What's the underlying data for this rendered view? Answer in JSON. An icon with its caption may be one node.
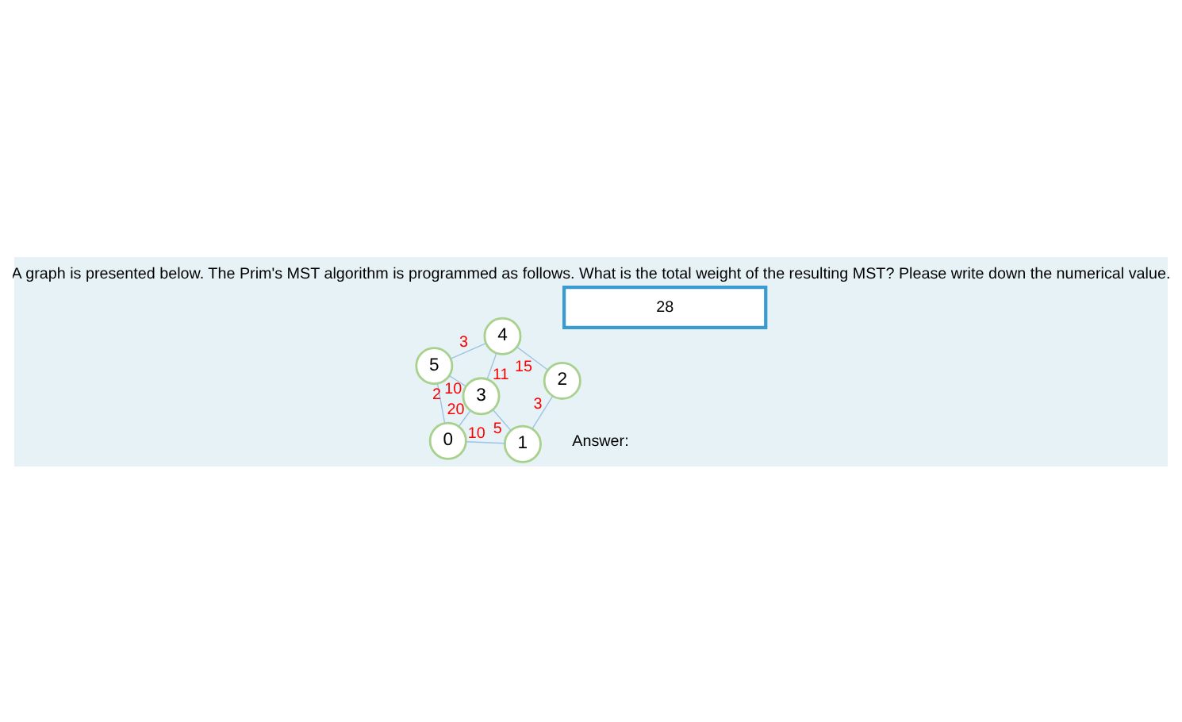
{
  "diagram": {
    "title": "A graph is presented below. The Prim's MST algorithm is programmed as follows. What is the total weight of the resulting MST? Please write down the numerical value.",
    "nodes": [
      {
        "text": [
          "0"
        ]
      },
      {
        "text": [
          "1"
        ]
      },
      {
        "text": [
          "3"
        ]
      },
      {
        "text": [
          "5"
        ]
      },
      {
        "text": [
          "2"
        ]
      },
      {
        "text": [
          "4"
        ]
      }
    ],
    "edges": [
      {
        "from": 0,
        "to": 1,
        "arrow": "none",
        "label": "10"
      },
      {
        "from": 1,
        "to": 2,
        "arrow": "none",
        "label": "5"
      },
      {
        "from": 0,
        "to": 2,
        "arrow": "none",
        "label": "20"
      },
      {
        "from": 0,
        "to": 3,
        "arrow": "none",
        "label": "2"
      },
      {
        "from": 1,
        "to": 4,
        "arrow": "none",
        "label": "3"
      },
      {
        "from": 2,
        "to": 3,
        "arrow": "none",
        "label": "10"
      },
      {
        "from": 2,
        "to": 5,
        "arrow": "none",
        "label": "11"
      },
      {
        "from": 3,
        "to": 5,
        "arrow": "none",
        "label": "3"
      },
      {
        "from": 4,
        "to": 5,
        "arrow": "none",
        "label": "15"
      }
    ],
    "labels": [
      "Answer:",
      "28"
    ]
  }
}
